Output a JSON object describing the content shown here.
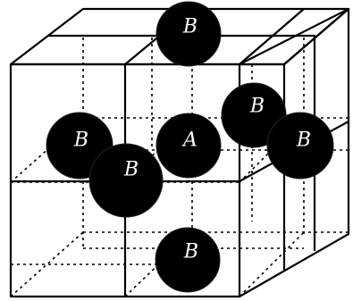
{
  "diagram": {
    "atoms": [
      {
        "id": "top",
        "label": "B"
      },
      {
        "id": "left-front",
        "label": "B"
      },
      {
        "id": "center",
        "label": "A"
      },
      {
        "id": "right-back",
        "label": "B"
      },
      {
        "id": "right-front",
        "label": "B"
      },
      {
        "id": "front-center",
        "label": "B"
      },
      {
        "id": "bottom",
        "label": "B"
      }
    ],
    "colors": {
      "atom": "#000000",
      "label": "#ffffff",
      "line": "#000000"
    }
  }
}
